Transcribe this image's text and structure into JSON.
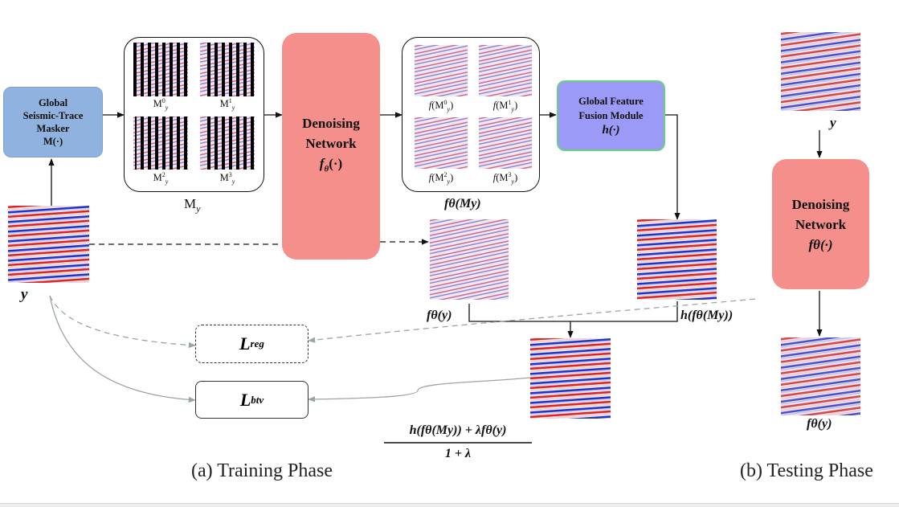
{
  "masker": {
    "line1": "Global",
    "line2": "Seismic-Trace",
    "line3": "Masker",
    "symbol": "M(·)"
  },
  "masked_set": {
    "label_base": "M",
    "label_sub": "y",
    "tiles": [
      {
        "base": "M",
        "sup": "0",
        "sub": "y"
      },
      {
        "base": "M",
        "sup": "1",
        "sub": "y"
      },
      {
        "base": "M",
        "sup": "2",
        "sub": "y"
      },
      {
        "base": "M",
        "sup": "3",
        "sub": "y"
      }
    ]
  },
  "denoiser": {
    "line1": "Denoising",
    "line2": "Network",
    "symbol_f": "f",
    "symbol_theta": "θ",
    "symbol_arg": "(·)"
  },
  "denoised_set": {
    "label": "fθ(My)",
    "tiles": [
      {
        "text": "f(M0y)",
        "f": "f",
        "base": "M",
        "sup": "0",
        "sub": "y"
      },
      {
        "text": "f(M1y)",
        "f": "f",
        "base": "M",
        "sup": "1",
        "sub": "y"
      },
      {
        "text": "f(M2y)",
        "f": "f",
        "base": "M",
        "sup": "2",
        "sub": "y"
      },
      {
        "text": "f(M3y)",
        "f": "f",
        "base": "M",
        "sup": "3",
        "sub": "y"
      }
    ]
  },
  "fusion": {
    "line1": "Global Feature",
    "line2": "Fusion Module",
    "symbol": "h(·)"
  },
  "input_label": "y",
  "f_y_label": "fθ(y)",
  "h_label": "h(fθ(My))",
  "losses": {
    "reg": {
      "base": "L",
      "sub": "reg"
    },
    "btv": {
      "base": "L",
      "sub": "btv"
    }
  },
  "formula": {
    "numerator": "h(fθ(My)) + λfθ(y)",
    "denominator": "1 + λ"
  },
  "testing": {
    "input_label": "y",
    "denoiser_line1": "Denoising",
    "denoiser_line2": "Network",
    "denoiser_symbol": "fθ(·)",
    "output_label": "fθ(y)"
  },
  "phases": {
    "training": "(a) Training Phase",
    "testing": "(b) Testing Phase"
  },
  "colors": {
    "masker_fill": "#8fb3de",
    "fusion_fill": "#9b9bf7",
    "fusion_border": "#6ecf82",
    "denoiser_fill": "#f48f8c",
    "seismic_red": "#d62a2a",
    "seismic_blue": "#2f37c9",
    "mask_stripe": "#000000",
    "loss_arrow": "#a9b8b0"
  },
  "icons": [
    "seismic-image",
    "masked-seismic-image",
    "arrow-head"
  ]
}
